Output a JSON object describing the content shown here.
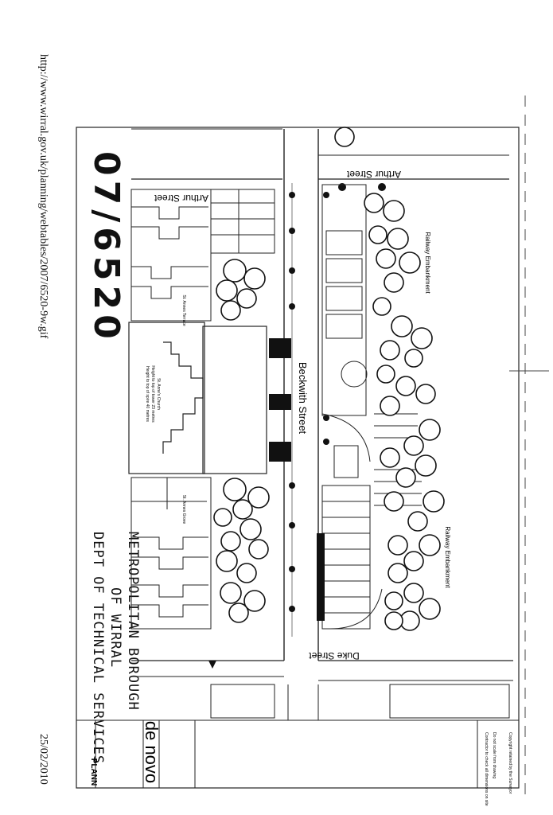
{
  "header": {
    "url": "http://www.wirral.gov.uk/planning/webtables/2007/6520-9w.gif"
  },
  "footer": {
    "date": "25/02/2010"
  },
  "drawing": {
    "reference": "07/6520",
    "streets": {
      "arthur_left": "Arthur Street",
      "arthur_right": "Arthur Street",
      "beckwith": "Beckwith Street",
      "duke": "Duke Street"
    },
    "labels": {
      "railway_top": "Railway Embankment",
      "railway_bottom": "Railway Embankment",
      "st_annes_terrace": "St. Annes Terrace",
      "st_annes_grove": "St. Annes Grove",
      "church_name": "St. Anne's Church",
      "church_height_1": "Height to top of tower 23 metres",
      "church_height_2": "Height to top of spire 40 metres"
    },
    "stamp": {
      "line1": "METROPOLITAN BOROUGH",
      "line2": "OF WIRRAL",
      "line3": "DEPT OF TECHNICAL SERVICES"
    },
    "title_block": {
      "company": "de novo",
      "sheet_title": "PLANN",
      "copyright": "Copyright retained by the Surveyor",
      "note1": "Do not scale from drawing",
      "note2": "Contractor to check all dimensions on site"
    }
  }
}
